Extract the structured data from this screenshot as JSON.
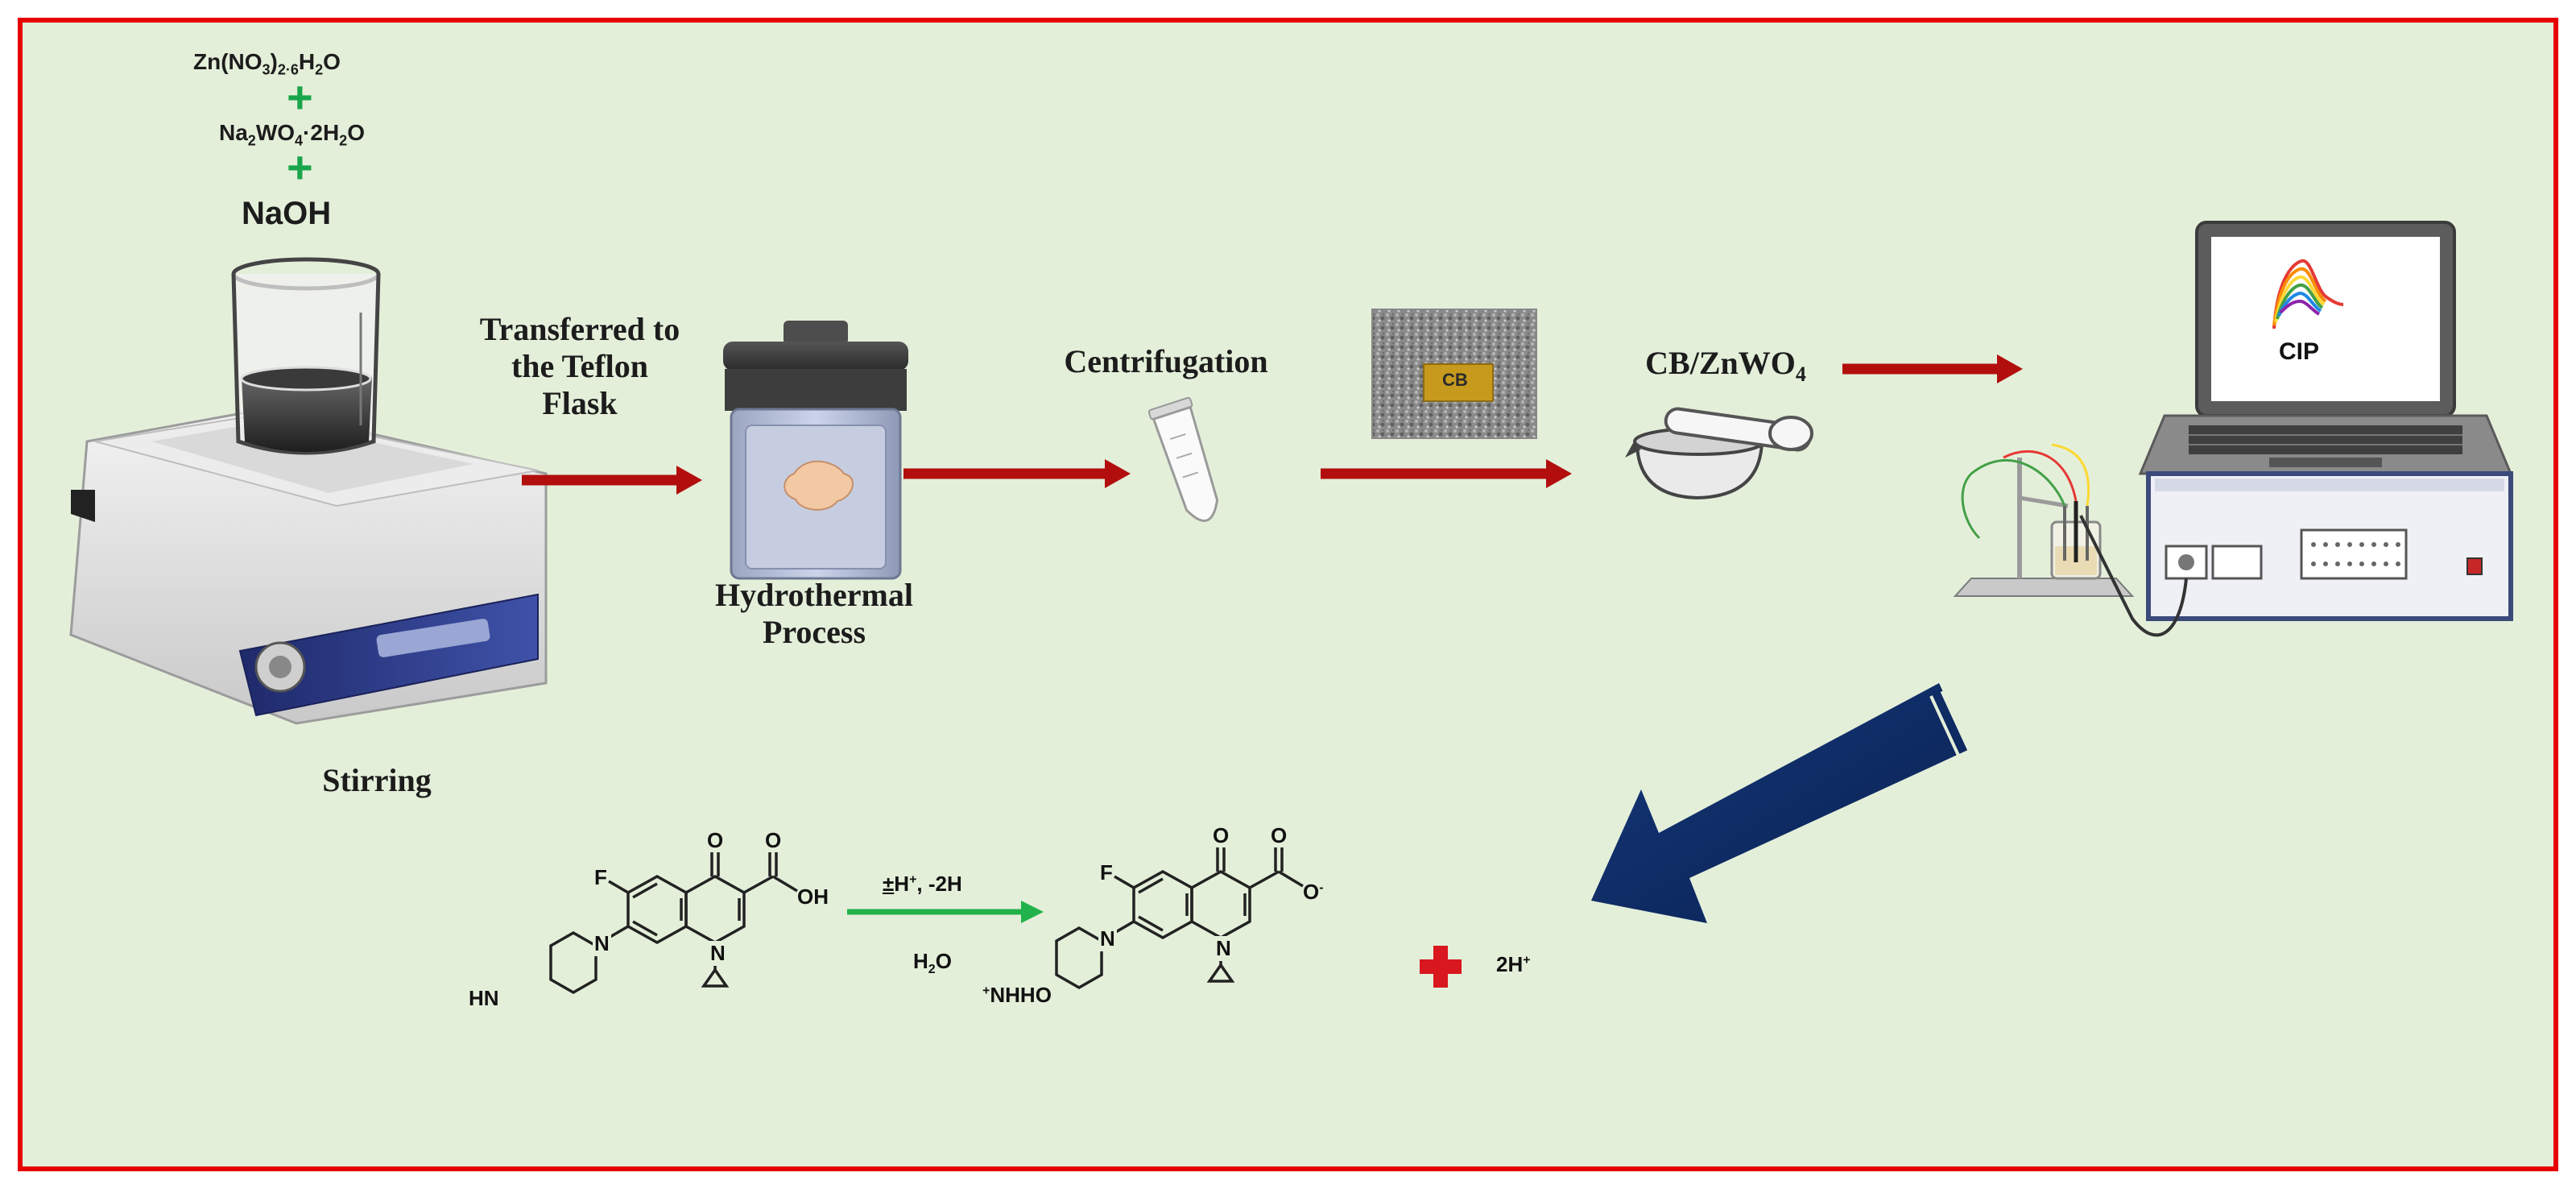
{
  "reagents": {
    "zinc_nitrate": {
      "base": "Zn(NO",
      "sub1": "3",
      "mid": ")",
      "sub2": "2",
      "dot": "·",
      "sub3": "6",
      "end": "H",
      "sub4": "2",
      "tail": "O"
    },
    "plus1": "+",
    "sodium_tungstate": {
      "base": "Na",
      "sub1": "2",
      "mid": "WO",
      "sub2": "4",
      "dot": "·2H",
      "sub3": "2",
      "tail": "O"
    },
    "plus2": "+",
    "naoh": "NaOH"
  },
  "steps": {
    "stirring": "Stirring",
    "transfer_line1": "Transferred to",
    "transfer_line2": "the Teflon",
    "transfer_line3": "Flask",
    "hydrothermal_line1": "Hydrothermal",
    "hydrothermal_line2": "Process",
    "centrifugation": "Centrifugation",
    "cb_label": "CB",
    "composite": {
      "base": "CB/ZnWO",
      "sub": "4"
    },
    "screen_label": "CIP"
  },
  "reaction": {
    "reactant": {
      "F": "F",
      "O_ketone": "O",
      "O_acid": "O",
      "OH": "OH",
      "N_ring": "N",
      "N_pip": "N",
      "HN": "HN"
    },
    "conditions_top": {
      "pm": "±",
      "H": "H",
      "sup": "+",
      "rest": ", -2H"
    },
    "conditions_bottom": {
      "H": "H",
      "sub": "2",
      "O": "O"
    },
    "product": {
      "F": "F",
      "O_ketone": "O",
      "O_acid": "O",
      "O_minus": "O",
      "minus": "-",
      "N_ring": "N",
      "N_pip": "N",
      "NHH": "NHH",
      "NHH_prefix": "+",
      "O_morph": "O"
    },
    "plus_symbol": "+",
    "byproduct": {
      "base": "2H",
      "sup": "+"
    }
  },
  "colors": {
    "frame": "#e60000",
    "background": "#e4efda",
    "process_arrow": "#b20e0e",
    "reaction_arrow": "#22b24c",
    "plus_green": "#19a54a",
    "big_arrow": "#0e2c5f",
    "red_plus": "#d8171f"
  }
}
